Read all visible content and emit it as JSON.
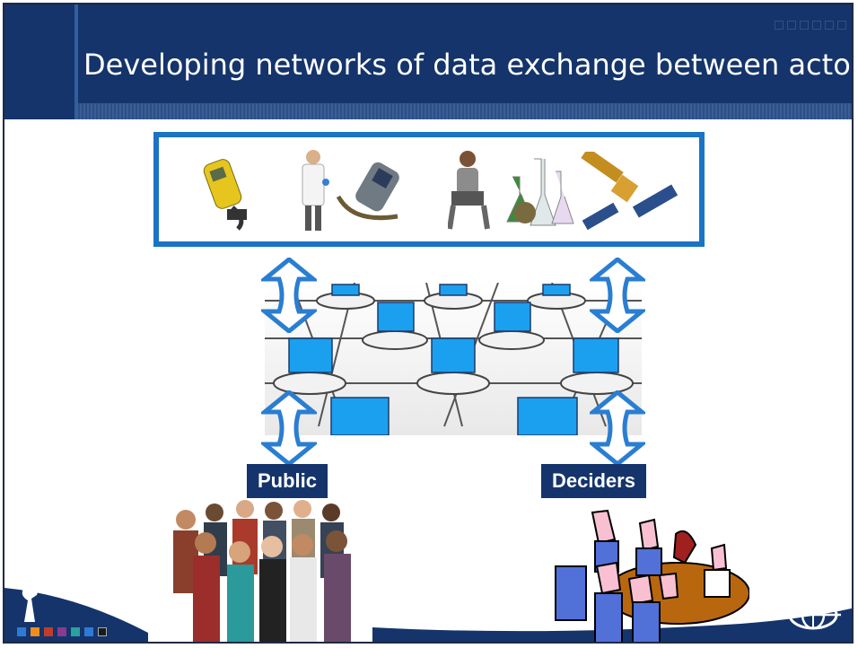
{
  "slide": {
    "title": "Developing networks of data exchange between actors"
  },
  "labels": {
    "public": "Public",
    "deciders": "Deciders"
  },
  "colors": {
    "header_bg": "#14346b",
    "box_border": "#1a73c4",
    "laptop_screen": "#1aa0ef"
  },
  "icons": {
    "actors": [
      "handheld-sensor-icon",
      "scientist-icon",
      "gps-device-icon",
      "laptop-user-icon",
      "lab-flasks-icon",
      "satellite-icon"
    ],
    "logo_left": "fountain-logo-icon",
    "logo_right": "globe-logo-icon"
  }
}
